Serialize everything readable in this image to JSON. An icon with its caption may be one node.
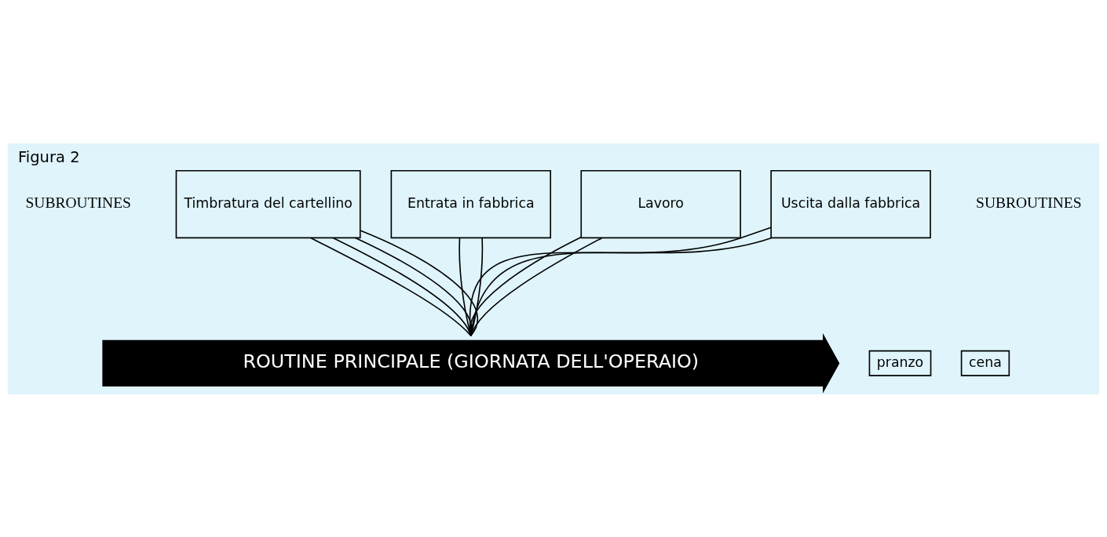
{
  "diagram": {
    "title": "Figura 2",
    "nodes": [
      {
        "text": [
          "Timbratura del cartellino"
        ]
      },
      {
        "text": [
          "Entrata in fabbrica"
        ]
      },
      {
        "text": [
          "Lavoro"
        ]
      },
      {
        "text": [
          "Uscita dalla fabbrica"
        ]
      },
      {
        "text": [
          "pranzo"
        ]
      },
      {
        "text": [
          "cena"
        ]
      },
      {
        "text": [
          "ROUTINE PRINCIPALE (GIORNATA DELL'OPERAIO)"
        ]
      }
    ],
    "edges": [
      {
        "from": 0,
        "to": 6,
        "arrow": "none"
      },
      {
        "from": 0,
        "to": 6,
        "arrow": "none"
      },
      {
        "from": 0,
        "to": 6,
        "arrow": "none"
      },
      {
        "from": 0,
        "to": 6,
        "arrow": "none"
      },
      {
        "from": 1,
        "to": 6,
        "arrow": "none"
      },
      {
        "from": 1,
        "to": 6,
        "arrow": "none"
      },
      {
        "from": 2,
        "to": 6,
        "arrow": "none"
      },
      {
        "from": 2,
        "to": 6,
        "arrow": "none"
      },
      {
        "from": 3,
        "to": 6,
        "arrow": "none"
      },
      {
        "from": 3,
        "to": 6,
        "arrow": "none"
      }
    ],
    "labels": [
      "SUBROUTINES",
      "SUBROUTINES"
    ]
  }
}
